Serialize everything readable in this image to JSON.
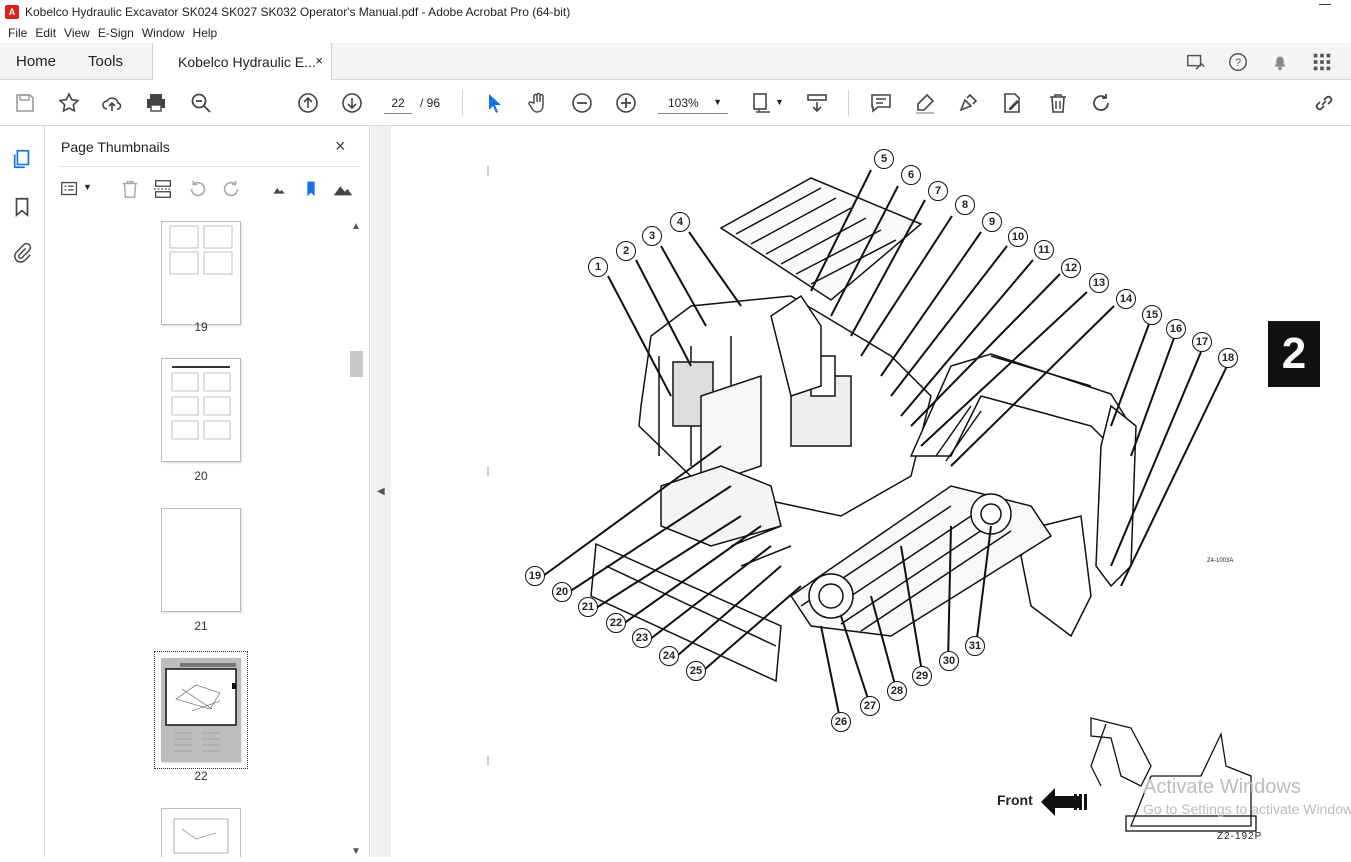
{
  "window": {
    "title": "Kobelco Hydraulic Excavator SK024 SK027 SK032 Operator's Manual.pdf - Adobe Acrobat Pro (64-bit)",
    "app_icon_text": "A"
  },
  "menu": [
    "File",
    "Edit",
    "View",
    "E-Sign",
    "Window",
    "Help"
  ],
  "tabs": {
    "home": "Home",
    "tools": "Tools",
    "document": "Kobelco Hydraulic E...",
    "close": "×"
  },
  "toolbar": {
    "current_page": "22",
    "total_pages": "/ 96",
    "zoom": "103%"
  },
  "thumbnails_panel": {
    "title": "Page Thumbnails",
    "close": "×",
    "pages": [
      {
        "label": "19"
      },
      {
        "label": "20"
      },
      {
        "label": "21"
      },
      {
        "label": "22",
        "selected": true
      },
      {
        "label": ""
      }
    ]
  },
  "document": {
    "section_number": "2",
    "front_label": "Front",
    "figure_code_small": "Z4-1003A",
    "figure_code": "Z2-192P",
    "callouts": [
      "1",
      "2",
      "3",
      "4",
      "5",
      "6",
      "7",
      "8",
      "9",
      "10",
      "11",
      "12",
      "13",
      "14",
      "15",
      "16",
      "17",
      "18",
      "19",
      "20",
      "21",
      "22",
      "23",
      "24",
      "25",
      "26",
      "27",
      "28",
      "29",
      "30",
      "31"
    ]
  },
  "watermark": {
    "line1": "Activate Windows",
    "line2": "Go to Settings to activate Windows."
  },
  "colors": {
    "acrobat_red": "#d9241c",
    "selection_blue": "#1473e6"
  }
}
